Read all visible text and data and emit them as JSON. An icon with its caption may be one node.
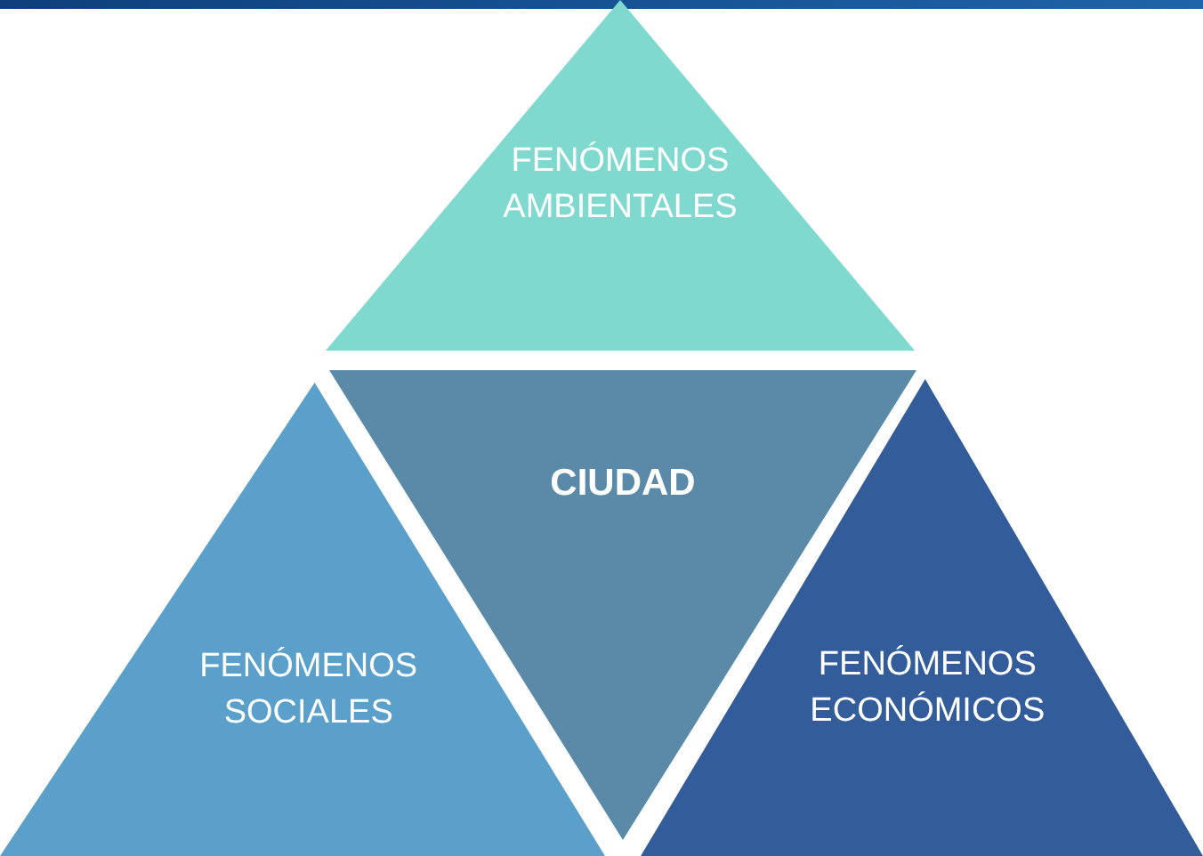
{
  "diagram": {
    "nodes": [
      {
        "text": [
          "FENÓMENOS AMBIENTALES"
        ]
      },
      {
        "text": [
          "CIUDAD"
        ]
      },
      {
        "text": [
          "FENÓMENOS SOCIALES"
        ]
      },
      {
        "text": [
          "FENÓMENOS ECONÓMICOS"
        ]
      }
    ]
  }
}
